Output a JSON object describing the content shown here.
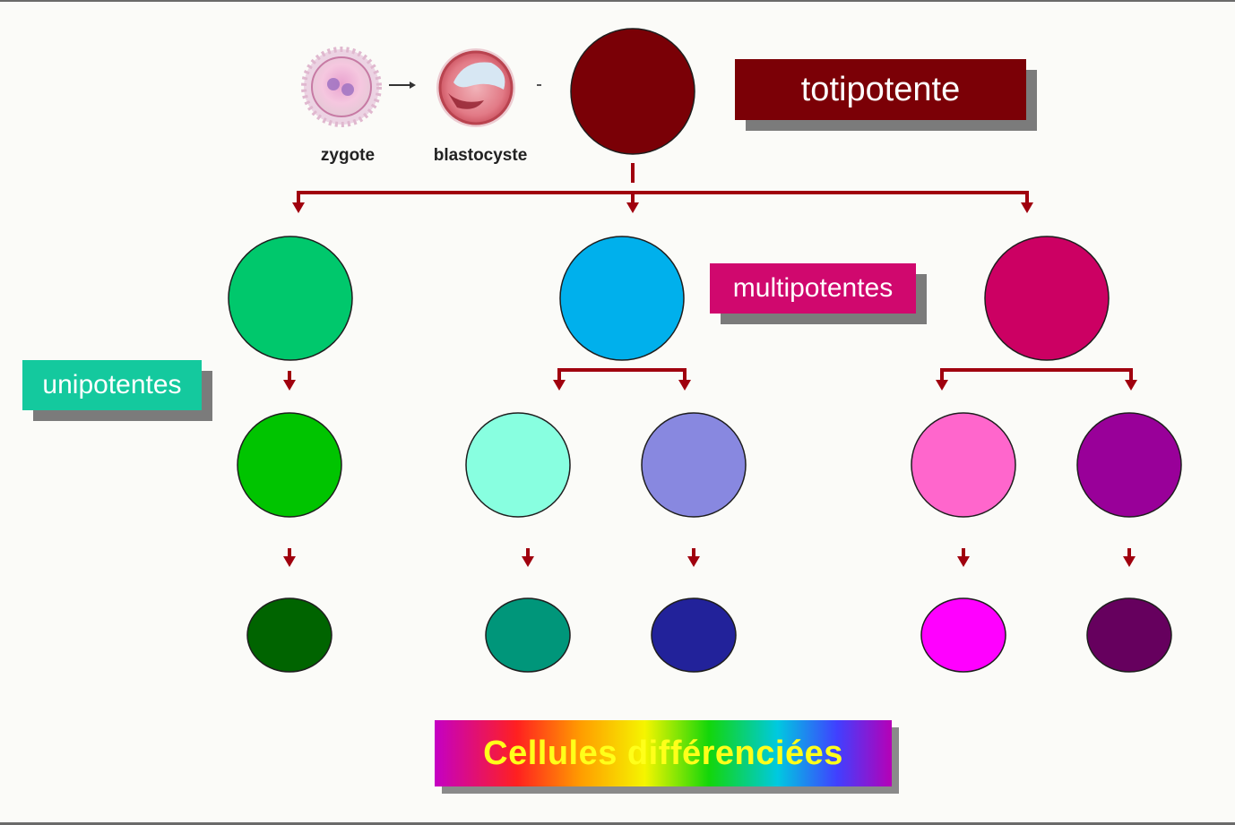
{
  "labels": {
    "totipotente": "totipotente",
    "multipotentes": "multipotentes",
    "unipotentes": "unipotentes",
    "differentiated": "Cellules différenciées"
  },
  "stages": {
    "zygote": "zygote",
    "blastocyste": "blastocyste"
  },
  "colors": {
    "arrow": "#a0000e",
    "totipotent_cell": "#7a0006",
    "totipotente_tag": "#7b0006",
    "multipotentes_tag": "#d0086e",
    "unipotentes_tag": "#14c99e",
    "text_on_rainbow": "#ffff1a"
  },
  "cells": {
    "totipotent": {
      "color": "#7a0006"
    },
    "multipotent": [
      {
        "name": "green-lineage",
        "color": "#00c86c"
      },
      {
        "name": "blue-lineage",
        "color": "#00b0ec"
      },
      {
        "name": "magenta-lineage",
        "color": "#cc0063"
      }
    ],
    "progenitor": [
      {
        "color": "#00c400"
      },
      {
        "color": "#88ffe0"
      },
      {
        "color": "#8888e0"
      },
      {
        "color": "#ff66cc"
      },
      {
        "color": "#990099"
      }
    ],
    "differentiated": [
      {
        "color": "#006400"
      },
      {
        "color": "#00967a"
      },
      {
        "color": "#22229a"
      },
      {
        "color": "#ff00ff"
      },
      {
        "color": "#66005e"
      }
    ]
  }
}
